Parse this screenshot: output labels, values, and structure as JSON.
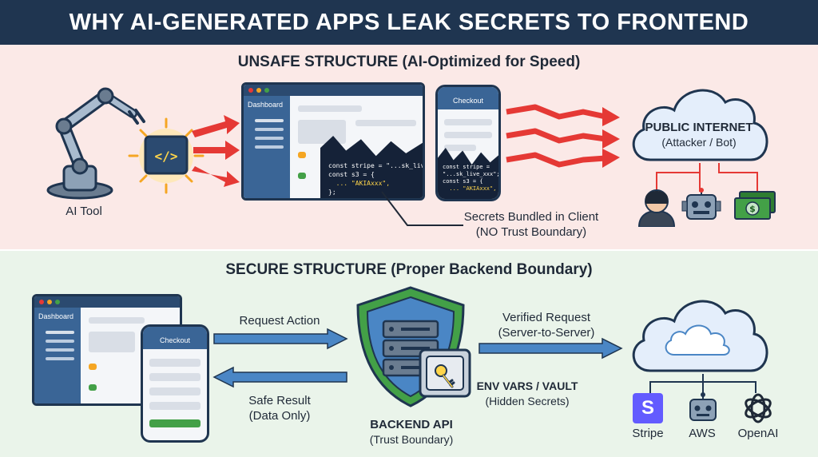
{
  "title": "WHY AI-GENERATED APPS LEAK SECRETS TO FRONTEND",
  "unsafe": {
    "section_title": "UNSAFE STRUCTURE (AI-Optimized for Speed)",
    "ai_tool_label": "AI Tool",
    "dashboard_label": "Dashboard",
    "checkout_label": "Checkout",
    "code_lines": [
      "const stripe = \"...sk_live_xxx\";",
      "const s3 = {",
      "  ... \"AKIAxxx\",",
      "};"
    ],
    "phone_code_lines": [
      "const stripe =",
      "\"...sk_live_xxx\";",
      "const s3 = {",
      "  ... \"AKIAxxx\","
    ],
    "secrets_label_1": "Secrets Bundled in Client",
    "secrets_label_2": "(NO Trust Boundary)",
    "cloud_title": "PUBLIC INTERNET",
    "cloud_sub": "(Attacker / Bot)"
  },
  "secure": {
    "section_title": "SECURE STRUCTURE (Proper Backend Boundary)",
    "dashboard_label": "Dashboard",
    "checkout_label": "Checkout",
    "request_action": "Request Action",
    "safe_result_1": "Safe Result",
    "safe_result_2": "(Data Only)",
    "verified_1": "Verified Request",
    "verified_2": "(Server-to-Server)",
    "env_1": "ENV VARS / VAULT",
    "env_2": "(Hidden Secrets)",
    "backend_1": "BACKEND API",
    "backend_2": "(Trust Boundary)",
    "services": [
      "Stripe",
      "AWS",
      "OpenAI"
    ],
    "stripe_letter": "S"
  },
  "colors": {
    "navy": "#1f3550",
    "danger_arrow": "#e53935",
    "safe_arrow": "#4a86c5",
    "unsafe_bg": "#fbe9e7",
    "secure_bg": "#eaf4ea",
    "stripe": "#635bff"
  },
  "icons": [
    "robot-arm-icon",
    "code-chip-icon",
    "hacker-icon",
    "bot-icon",
    "money-icon",
    "shield-server-icon",
    "vault-key-icon",
    "stripe-icon",
    "aws-robot-icon",
    "openai-icon"
  ]
}
